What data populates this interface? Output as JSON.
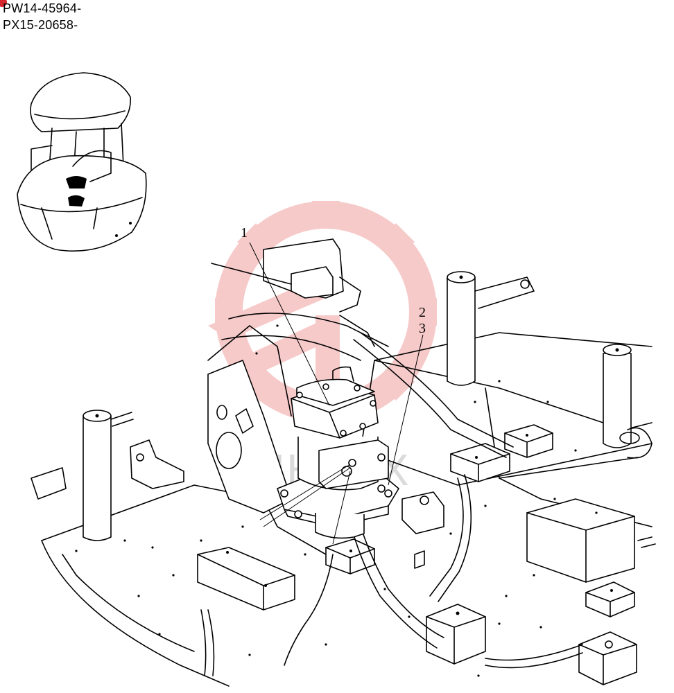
{
  "serials": [
    "PW14-45964-",
    "PX15-20658-"
  ],
  "callouts": [
    "1",
    "2",
    "3"
  ],
  "watermark": {
    "text": "ИНТЕХ",
    "color": "#f4a3a3"
  },
  "colors": {
    "line": "#000000",
    "background": "#ffffff",
    "marker": "#d8262f"
  }
}
